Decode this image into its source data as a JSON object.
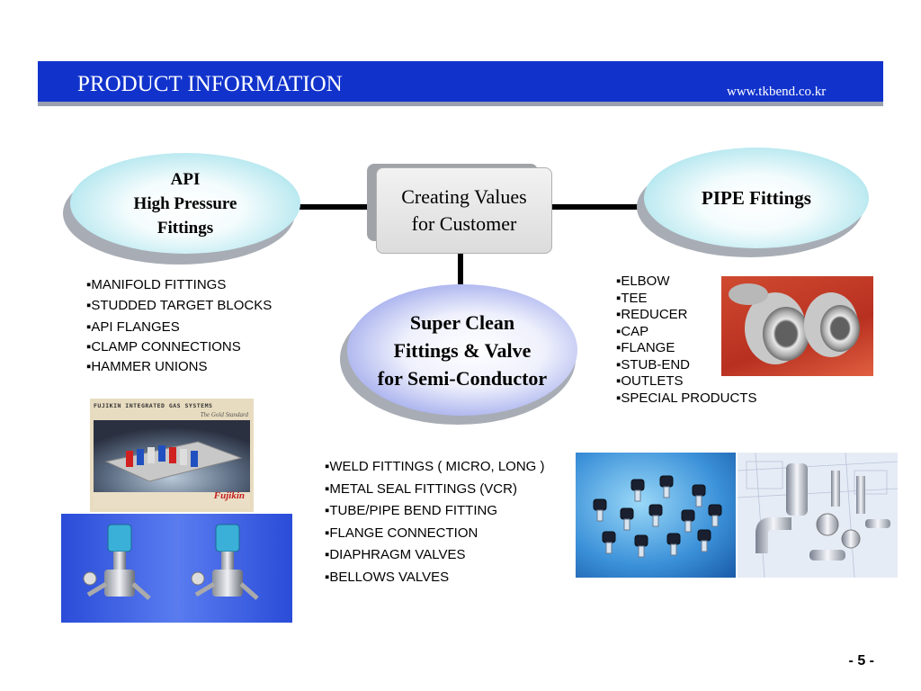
{
  "header": {
    "title": "PRODUCT INFORMATION",
    "url": "www.tkbend.co.kr"
  },
  "center_box": {
    "line1": "Creating Values",
    "line2": "for Customer"
  },
  "api": {
    "line1": "API",
    "line2": "High Pressure",
    "line3": "Fittings",
    "items": [
      "MANIFOLD FITTINGS",
      "STUDDED TARGET BLOCKS",
      "API FLANGES",
      "CLAMP CONNECTIONS",
      "HAMMER UNIONS"
    ]
  },
  "pipe": {
    "title": "PIPE Fittings",
    "items": [
      "ELBOW",
      "TEE",
      "REDUCER",
      "CAP",
      "FLANGE",
      "STUB-END",
      "OUTLETS",
      "SPECIAL PRODUCTS"
    ]
  },
  "semi": {
    "line1": "Super Clean",
    "line2": "Fittings & Valve",
    "line3": "for Semi-Conductor",
    "items": [
      "WELD FITTINGS ( MICRO, LONG )",
      "METAL SEAL FITTINGS (VCR)",
      "TUBE/PIPE BEND FITTING",
      "FLANGE CONNECTION",
      "DIAPHRAGM VALVES",
      "BELLOWS VALVES"
    ]
  },
  "brochure": {
    "title": "FUJIKIN INTEGRATED GAS SYSTEMS",
    "subtitle": "The Gold Standard",
    "brand": "Fujikin"
  },
  "page_number": "- 5 -",
  "colors": {
    "header_bar": "#1133cc",
    "oval_cyan": "#66c7d9",
    "oval_blue": "#5a66d6",
    "connector": "#000000"
  }
}
